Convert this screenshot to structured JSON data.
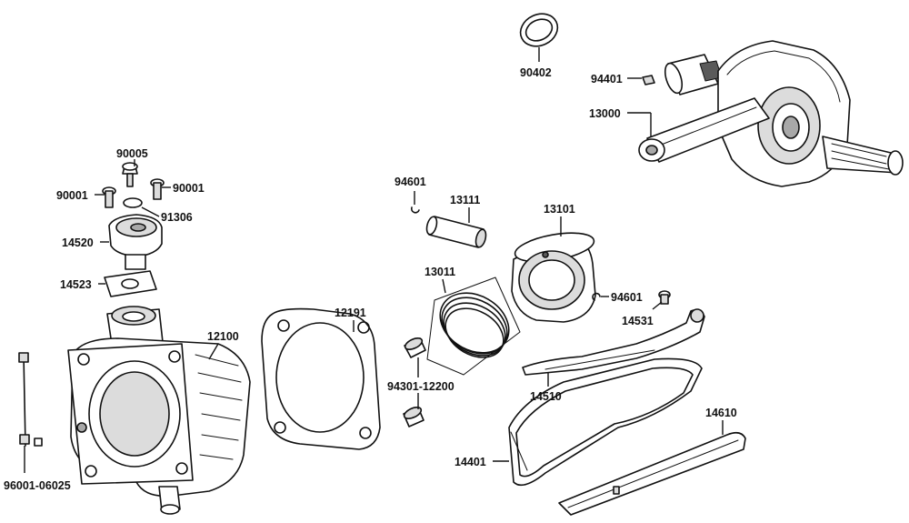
{
  "parts": [
    {
      "id": "p-90402",
      "label": "90402"
    },
    {
      "id": "p-94401",
      "label": "94401"
    },
    {
      "id": "p-13000",
      "label": "13000"
    },
    {
      "id": "p-90005",
      "label": "90005"
    },
    {
      "id": "p-90001-left",
      "label": "90001"
    },
    {
      "id": "p-90001-right",
      "label": "90001"
    },
    {
      "id": "p-91306",
      "label": "91306"
    },
    {
      "id": "p-14520",
      "label": "14520"
    },
    {
      "id": "p-14523",
      "label": "14523"
    },
    {
      "id": "p-94601-top",
      "label": "94601"
    },
    {
      "id": "p-13111",
      "label": "13111"
    },
    {
      "id": "p-13101",
      "label": "13101"
    },
    {
      "id": "p-13011",
      "label": "13011"
    },
    {
      "id": "p-94601-right",
      "label": "94601"
    },
    {
      "id": "p-14531",
      "label": "14531"
    },
    {
      "id": "p-12191",
      "label": "12191"
    },
    {
      "id": "p-12100",
      "label": "12100"
    },
    {
      "id": "p-94301-12200",
      "label": "94301-12200"
    },
    {
      "id": "p-14510",
      "label": "14510"
    },
    {
      "id": "p-14610",
      "label": "14610"
    },
    {
      "id": "p-14401",
      "label": "14401"
    },
    {
      "id": "p-96001-06025",
      "label": "96001-06025"
    }
  ]
}
